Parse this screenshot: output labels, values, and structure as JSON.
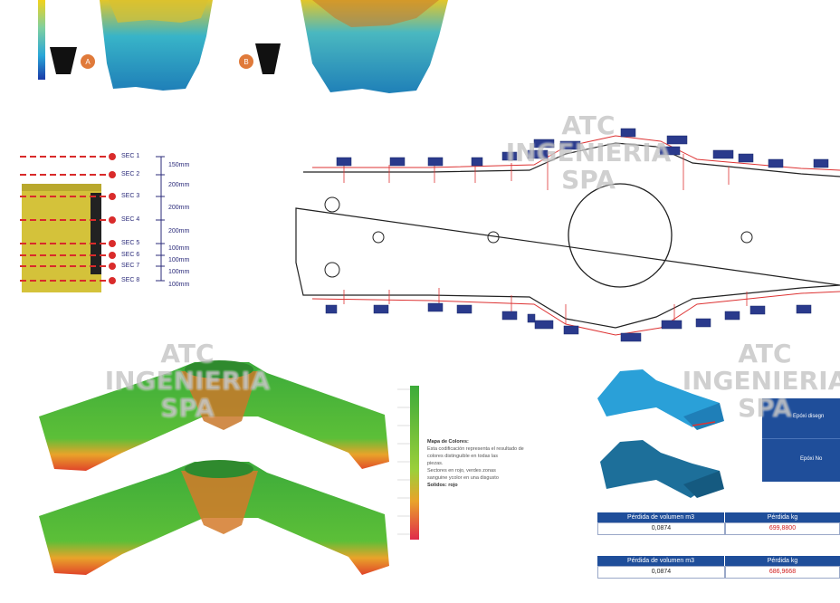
{
  "watermark": {
    "line1": "ATC INGENIERIA",
    "line2": "SPA"
  },
  "top_badges": {
    "a": "A",
    "b": "B"
  },
  "sections": [
    {
      "label": "SEC 1"
    },
    {
      "label": "SEC 2"
    },
    {
      "label": "SEC 3"
    },
    {
      "label": "SEC 4"
    },
    {
      "label": "SEC 5"
    },
    {
      "label": "SEC 6"
    },
    {
      "label": "SEC 7"
    },
    {
      "label": "SEC 8"
    }
  ],
  "dimensions": [
    "150mm",
    "200mm",
    "200mm",
    "200mm",
    "100mm",
    "100mm",
    "100mm",
    "100mm"
  ],
  "colors": {
    "accent": "#1f4e9a",
    "red": "#d11a1a",
    "green": "#3cab3a",
    "orange": "#e0632a",
    "blue": "#2a3a8c"
  },
  "legend": {
    "title": "Mapa de Colores:",
    "lines": [
      "Esta codificación representa el resultado de",
      "colores distinguible en todas las",
      "piezas.",
      "Sectores en rojo, verdes zonas",
      "sanguine ycolor en una disgusto",
      "Solidos: rojo"
    ]
  },
  "right_panel": {
    "row1": "Epóxi disegn",
    "row2": "Epóxi No"
  },
  "table1": {
    "headers": [
      "Pérdida de volumen m3",
      "Pérdida kg"
    ],
    "values": [
      "0,0874",
      "699,8800"
    ]
  },
  "table2": {
    "headers": [
      "Pérdida de volumen m3",
      "Pérdida kg"
    ],
    "values": [
      "0,0874",
      "686,9668"
    ]
  }
}
